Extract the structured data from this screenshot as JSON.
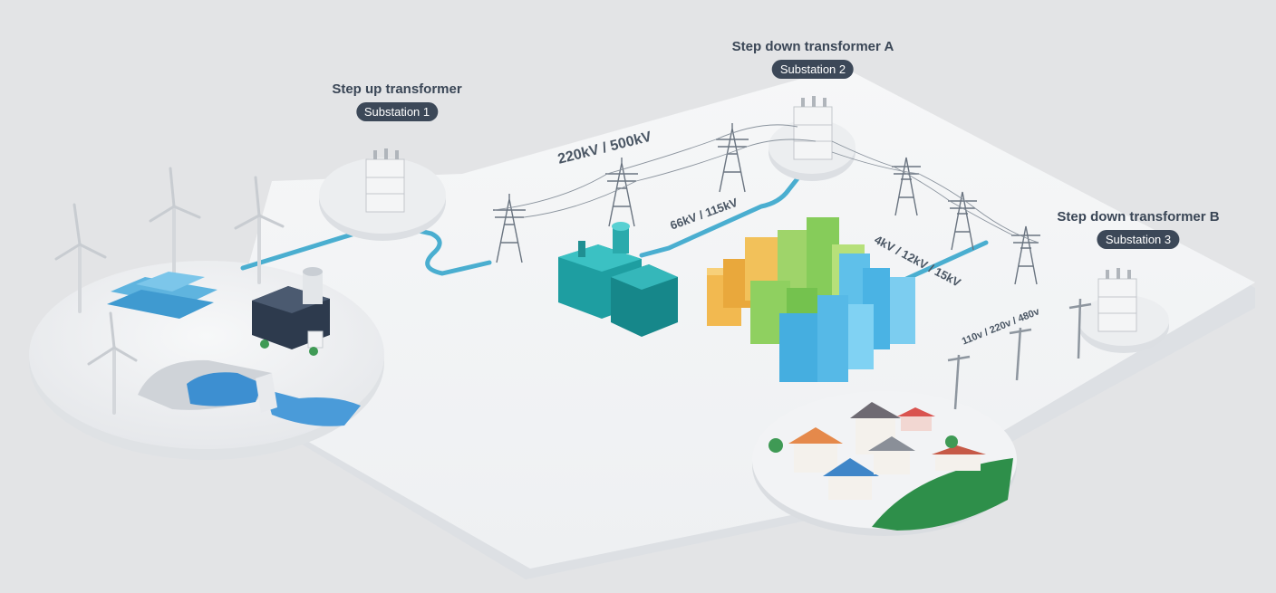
{
  "substations": [
    {
      "title": "Step up transformer",
      "badge": "Substation 1"
    },
    {
      "title": "Step down transformer A",
      "badge": "Substation 2"
    },
    {
      "title": "Step down transformer B",
      "badge": "Substation 3"
    }
  ],
  "voltages": {
    "transmission": "220kV / 500kV",
    "subtransmission": "66kV / 115kV",
    "primary_distribution": "4kV / 12kV / 15kV",
    "secondary_distribution": "110v / 220v / 480v"
  },
  "colors": {
    "background": "#e3e4e6",
    "platform": "#f4f5f6",
    "cable": "#4aaed0",
    "badge": "#3c4858",
    "industry": "#1fa3a6",
    "water": "#3d8fd1",
    "grass": "#2e8f4a"
  }
}
